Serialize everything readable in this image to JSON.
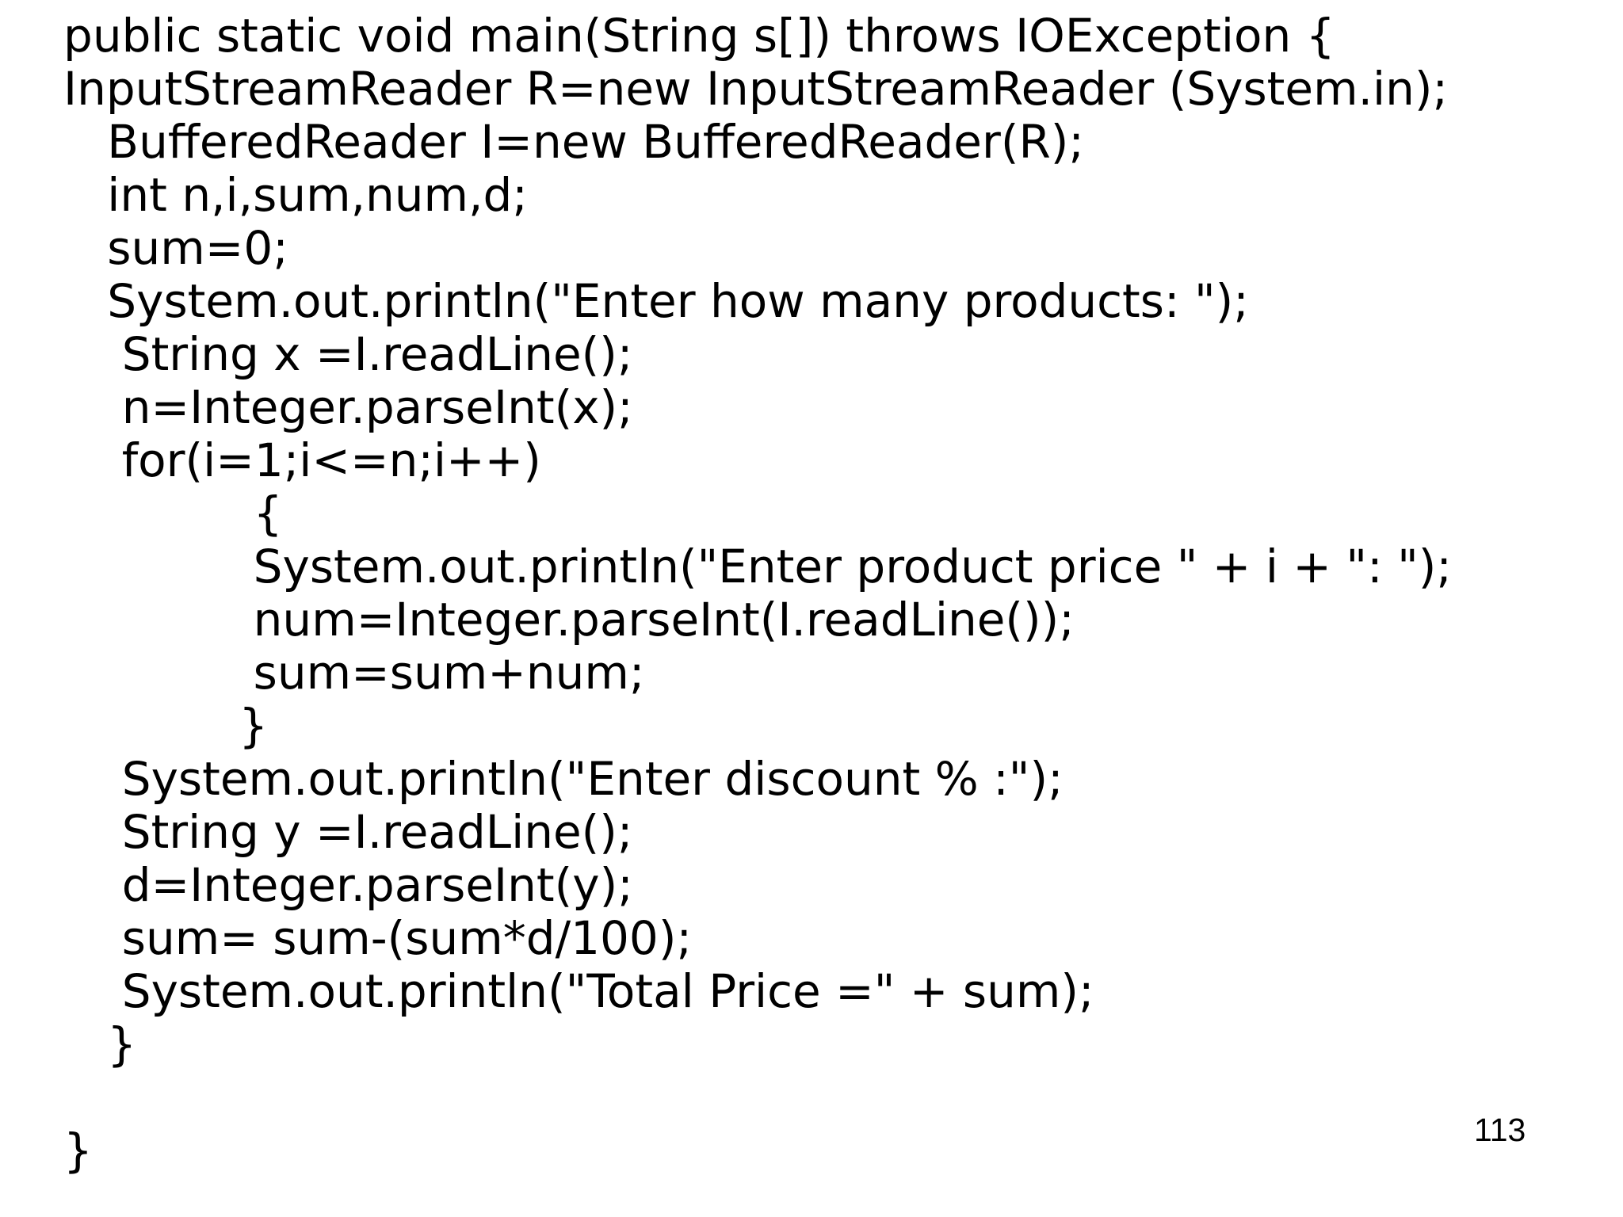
{
  "page": {
    "background_color": "#ffffff",
    "text_color": "#000000",
    "page_number": "113"
  },
  "code": {
    "language": "java",
    "lines": [
      "public static void main(String s[]) throws IOException {",
      "InputStreamReader R=new InputStreamReader (System.in);",
      "   BufferedReader I=new BufferedReader(R);",
      "   int n,i,sum,num,d;",
      "   sum=0;",
      "   System.out.println(\"Enter how many products: \");",
      "    String x =I.readLine();",
      "    n=Integer.parseInt(x);",
      "    for(i=1;i<=n;i++)",
      "             {",
      "             System.out.println(\"Enter product price \" + i + \": \");",
      "             num=Integer.parseInt(I.readLine());",
      "             sum=sum+num;",
      "            }",
      "    System.out.println(\"Enter discount % :\");",
      "    String y =I.readLine();",
      "    d=Integer.parseInt(y);",
      "    sum= sum-(sum*d/100);",
      "    System.out.println(\"Total Price =\" + sum);",
      "   }",
      "",
      "}"
    ]
  }
}
